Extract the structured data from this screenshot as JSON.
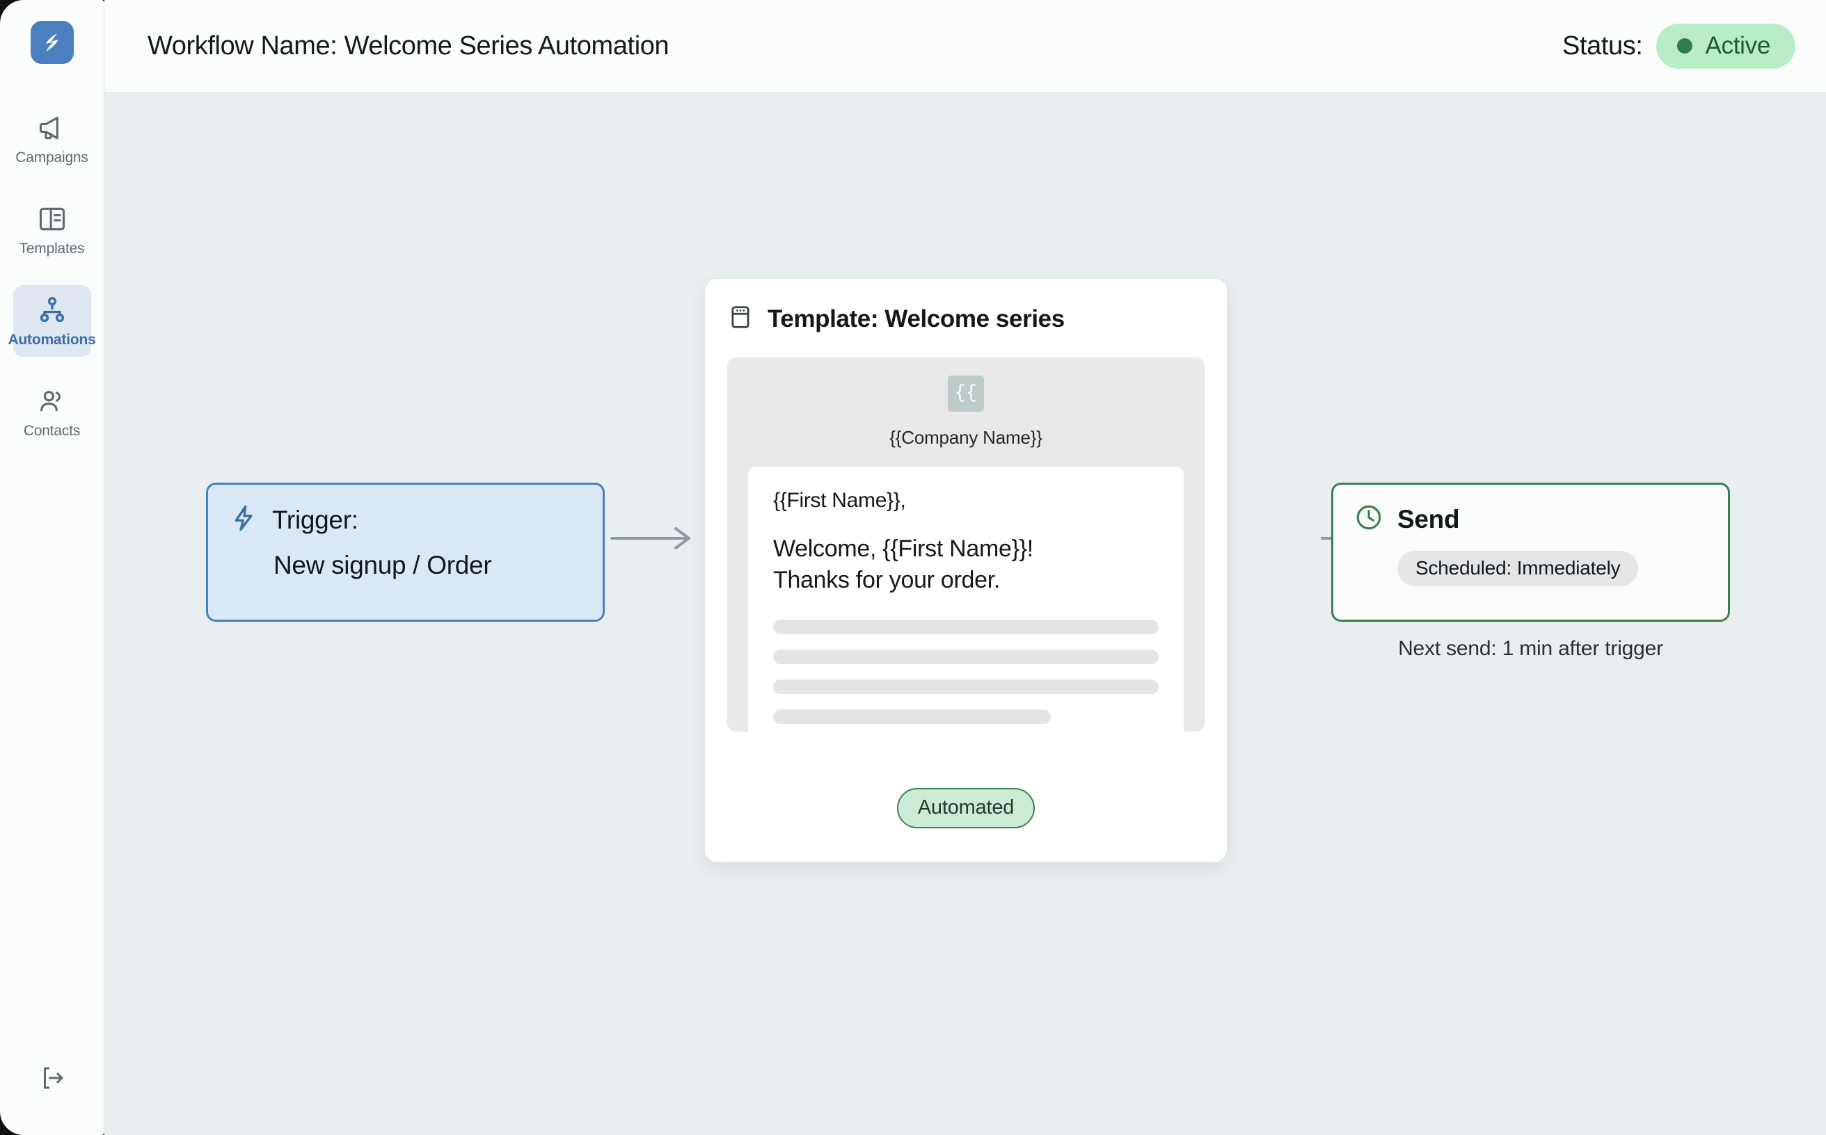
{
  "colors": {
    "brand_blue": "#4a7fc0",
    "accent_blue": "#3b6fa8",
    "canvas_bg": "#e9eff1",
    "panel_bg": "#fbfcfc",
    "status_green_bg": "#b8edc8",
    "status_green_dot": "#2f7c4c",
    "node_green_border": "#3d7d52",
    "trigger_blue_bg": "#dbe9f7"
  },
  "sidebar": {
    "logo_icon": "app-logo-icon",
    "items": [
      {
        "label": "Campaigns",
        "icon": "megaphone-icon",
        "active": false
      },
      {
        "label": "Templates",
        "icon": "layout-template-icon",
        "active": false
      },
      {
        "label": "Automations",
        "icon": "sitemap-icon",
        "active": true
      },
      {
        "label": "Contacts",
        "icon": "users-icon",
        "active": false
      }
    ],
    "logout_icon": "logout-icon"
  },
  "header": {
    "title": "Workflow Name: Welcome Series Automation",
    "status_label": "Status:",
    "status_value": "Active",
    "status_dot_icon": "status-dot-icon"
  },
  "flow": {
    "trigger": {
      "icon": "lightning-bolt-icon",
      "title": "Trigger:",
      "subtitle": "New signup / Order"
    },
    "connector_1_icon": "arrow-right-icon",
    "connector_2_icon": "arrow-right-icon",
    "template": {
      "icon": "browser-window-icon",
      "title": "Template: Welcome series",
      "preview": {
        "logo_placeholder_glyph": "{{",
        "company_name": "{{Company Name}}",
        "greeting": "{{First Name}},",
        "headline_line_1": "Welcome, {{First Name}}!",
        "headline_line_2": "Thanks for your order.",
        "skeleton_widths": [
          "100%",
          "100%",
          "100%",
          "72%"
        ]
      },
      "badge": "Automated"
    },
    "send": {
      "icon": "clock-icon",
      "title": "Send",
      "schedule_chip": "Scheduled: Immediately",
      "caption": "Next send: 1 min after trigger"
    }
  }
}
